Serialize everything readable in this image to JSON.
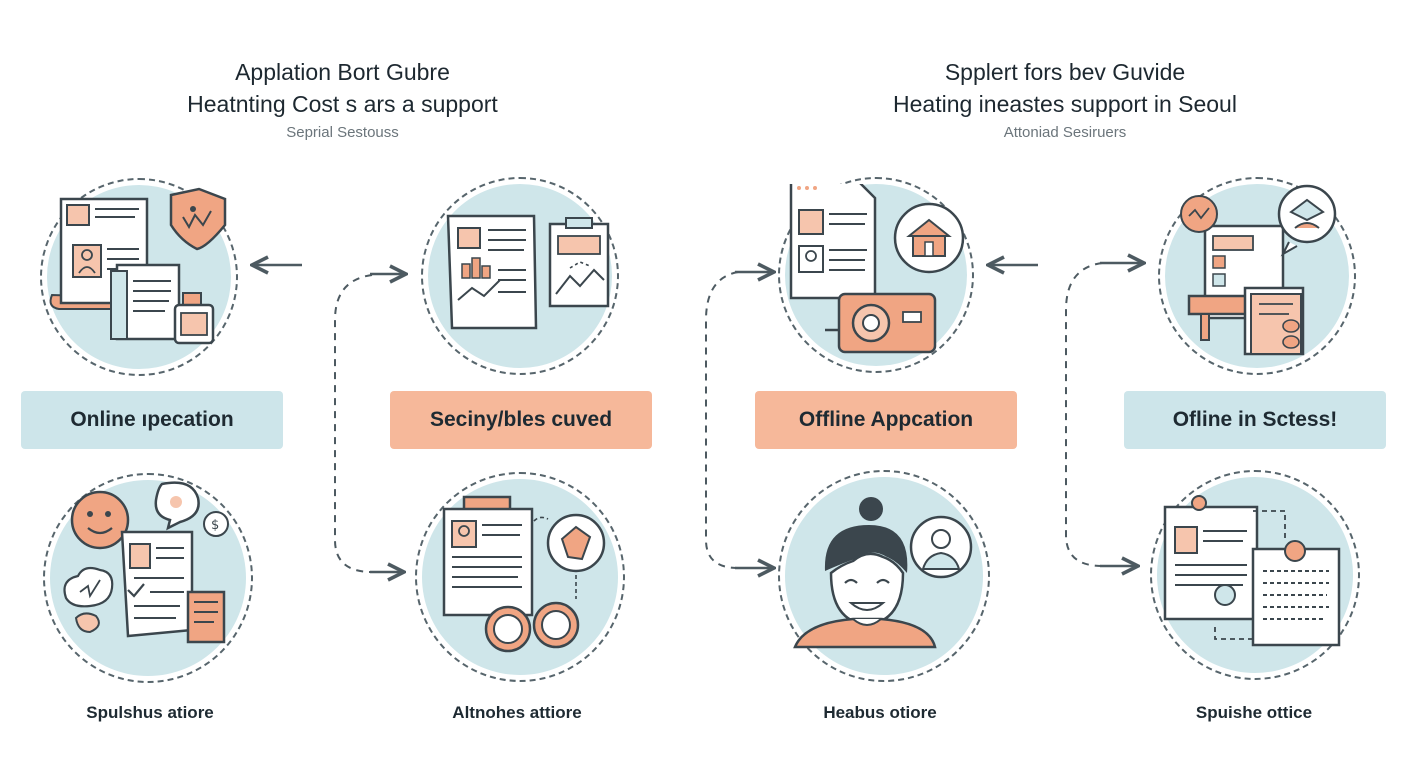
{
  "headers": {
    "left": {
      "line1": "Applation Bort Gubre",
      "line2": "Heatnting Cost s ars a support",
      "subtitle": "Seprial Sestouss"
    },
    "right": {
      "line1": "Spplert fors bev Guvide",
      "line2": "Heating ineastes support in Seoul",
      "subtitle": "Attoniad Sesiruers"
    }
  },
  "labels": {
    "col1": "Online ıpecation",
    "col2": "Seciny/bles cuved",
    "col3": "Offline Appcation",
    "col4": "Ofline in Sctess!"
  },
  "captions": {
    "col1": "Spulshus atiore",
    "col2": "Altnohes attiore",
    "col3": "Heabus otiore",
    "col4": "Spuishe ottice"
  },
  "colors": {
    "circle_fill": "#cfe6ea",
    "accent_orange": "#f0a583",
    "label_blue": "#cde5ea",
    "label_orange": "#f6b89a",
    "line_dark": "#4d5a61"
  },
  "icons": [
    "document-icon",
    "shield-icon",
    "certificate-icon",
    "jar-icon",
    "chart-document-icon",
    "clipboard-graph-icon",
    "form-icon",
    "house-icon",
    "boiler-icon",
    "doc-stack-icon",
    "badge-icon",
    "smiley-icon",
    "chat-bubble-icon",
    "document-check-icon",
    "receipt-icon",
    "resume-icon",
    "coin-icon",
    "tag-icon",
    "woman-avatar-icon",
    "person-icon",
    "resume-form-icon",
    "clipboard-list-icon"
  ]
}
